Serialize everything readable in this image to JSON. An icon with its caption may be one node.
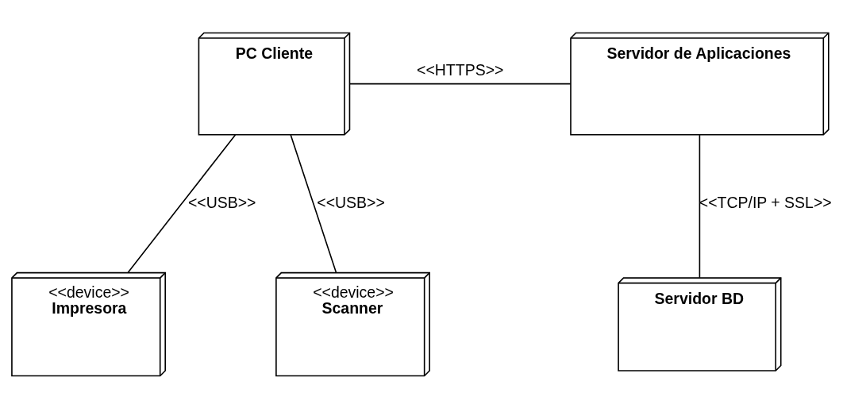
{
  "diagram": {
    "nodes": [
      {
        "text": [
          "PC Cliente"
        ]
      },
      {
        "text": [
          "Servidor de Aplicaciones"
        ]
      },
      {
        "text": [
          "<<device>>",
          "Impresora"
        ]
      },
      {
        "text": [
          "<<device>>",
          "Scanner"
        ]
      },
      {
        "text": [
          "Servidor BD"
        ]
      }
    ],
    "edges": [
      {
        "from": 0,
        "to": 1,
        "arrow": "none",
        "label": "<<HTTPS>>"
      },
      {
        "from": 0,
        "to": 2,
        "arrow": "none",
        "label": "<<USB>>"
      },
      {
        "from": 0,
        "to": 3,
        "arrow": "none",
        "label": "<<USB>>"
      },
      {
        "from": 1,
        "to": 4,
        "arrow": "none",
        "label": "<<TCP/IP + SSL>>"
      }
    ]
  }
}
